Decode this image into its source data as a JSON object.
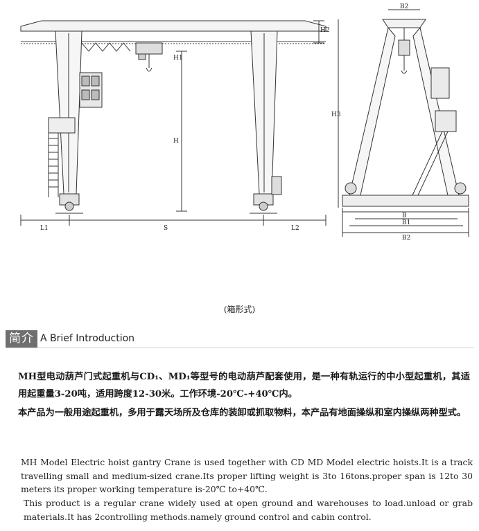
{
  "drawing": {
    "front_labels": [
      "L1",
      "S",
      "L2",
      "H",
      "H1",
      "H2"
    ],
    "side_labels": [
      "B2",
      "H3",
      "B",
      "B1",
      "B2"
    ]
  },
  "caption": "(箱形式)",
  "section": {
    "title_cn": "简介",
    "title_en": "A Brief Introduction"
  },
  "intro_cn": [
    "MH型电动葫芦门式起重机与CD₁、MD₁等型号的电动葫芦配套使用，是一种有轨运行的中小型起重机，其适用起重量3-20吨，适用跨度12-30米。工作环境-20℃-+40℃内。",
    "本产品为一般用途起重机，多用于露天场所及仓库的装卸或抓取物料，本产品有地面操纵和室内操纵两种型式。"
  ],
  "intro_en": [
    "MH Model Electric hoist gantry Crane is used together with CD MD Model electric hoists.It is a track travelling small and medium-sized crane.Its proper lifting weight is 3to 16tons.proper span  is 12to 30 meters its proper working temperature is-20℃ to+40℃.",
    "This product is a regular crane widely used at open ground and warehouses to load.unload or grab materials.It has 2controlling methods.namely ground control and cabin control."
  ]
}
